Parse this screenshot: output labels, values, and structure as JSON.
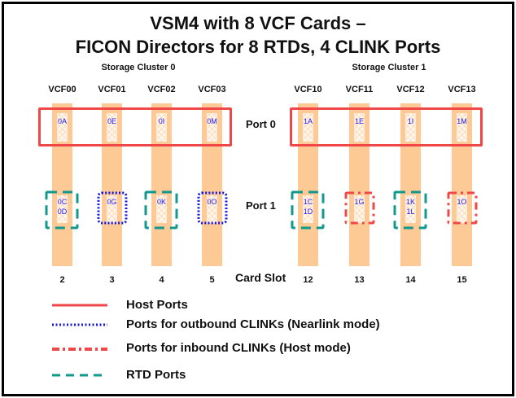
{
  "title": {
    "line1": "VSM4 with 8 VCF Cards –",
    "line2": "FICON Directors for 8 RTDs, 4 CLINK Ports"
  },
  "clusters": [
    {
      "label": "Storage Cluster 0"
    },
    {
      "label": "Storage Cluster 1"
    }
  ],
  "colors": {
    "card": "#fdca96",
    "host": "#f04848",
    "outbound": "#1515e0",
    "inbound": "#f04848",
    "rtd": "#12988c",
    "port_text": "#1a1aff"
  },
  "cards": [
    {
      "name": "VCF00",
      "slot": "2",
      "port0": "0A",
      "port1": [
        "0C",
        "0D"
      ],
      "port1_type": "rtd"
    },
    {
      "name": "VCF01",
      "slot": "3",
      "port0": "0E",
      "port1": [
        "0G"
      ],
      "port1_type": "outbound"
    },
    {
      "name": "VCF02",
      "slot": "4",
      "port0": "0I",
      "port1": [
        "0K"
      ],
      "port1_type": "rtd"
    },
    {
      "name": "VCF03",
      "slot": "5",
      "port0": "0M",
      "port1": [
        "0O"
      ],
      "port1_type": "outbound"
    },
    {
      "name": "VCF10",
      "slot": "12",
      "port0": "1A",
      "port1": [
        "1C",
        "1D"
      ],
      "port1_type": "rtd"
    },
    {
      "name": "VCF11",
      "slot": "13",
      "port0": "1E",
      "port1": [
        "1G"
      ],
      "port1_type": "inbound"
    },
    {
      "name": "VCF12",
      "slot": "14",
      "port0": "1I",
      "port1": [
        "1K",
        "1L"
      ],
      "port1_type": "rtd"
    },
    {
      "name": "VCF13",
      "slot": "15",
      "port0": "1M",
      "port1": [
        "1O"
      ],
      "port1_type": "inbound"
    }
  ],
  "row_labels": {
    "port0": "Port 0",
    "port1": "Port 1",
    "card_slot": "Card Slot"
  },
  "legend": [
    {
      "key": "host",
      "label": "Host Ports",
      "style": "solid"
    },
    {
      "key": "outbound",
      "label": "Ports for outbound CLINKs (Nearlink mode)",
      "style": "dotted"
    },
    {
      "key": "inbound",
      "label": "Ports for inbound CLINKs (Host mode)",
      "style": "dash-dot"
    },
    {
      "key": "rtd",
      "label": "RTD Ports",
      "style": "dashed"
    }
  ]
}
